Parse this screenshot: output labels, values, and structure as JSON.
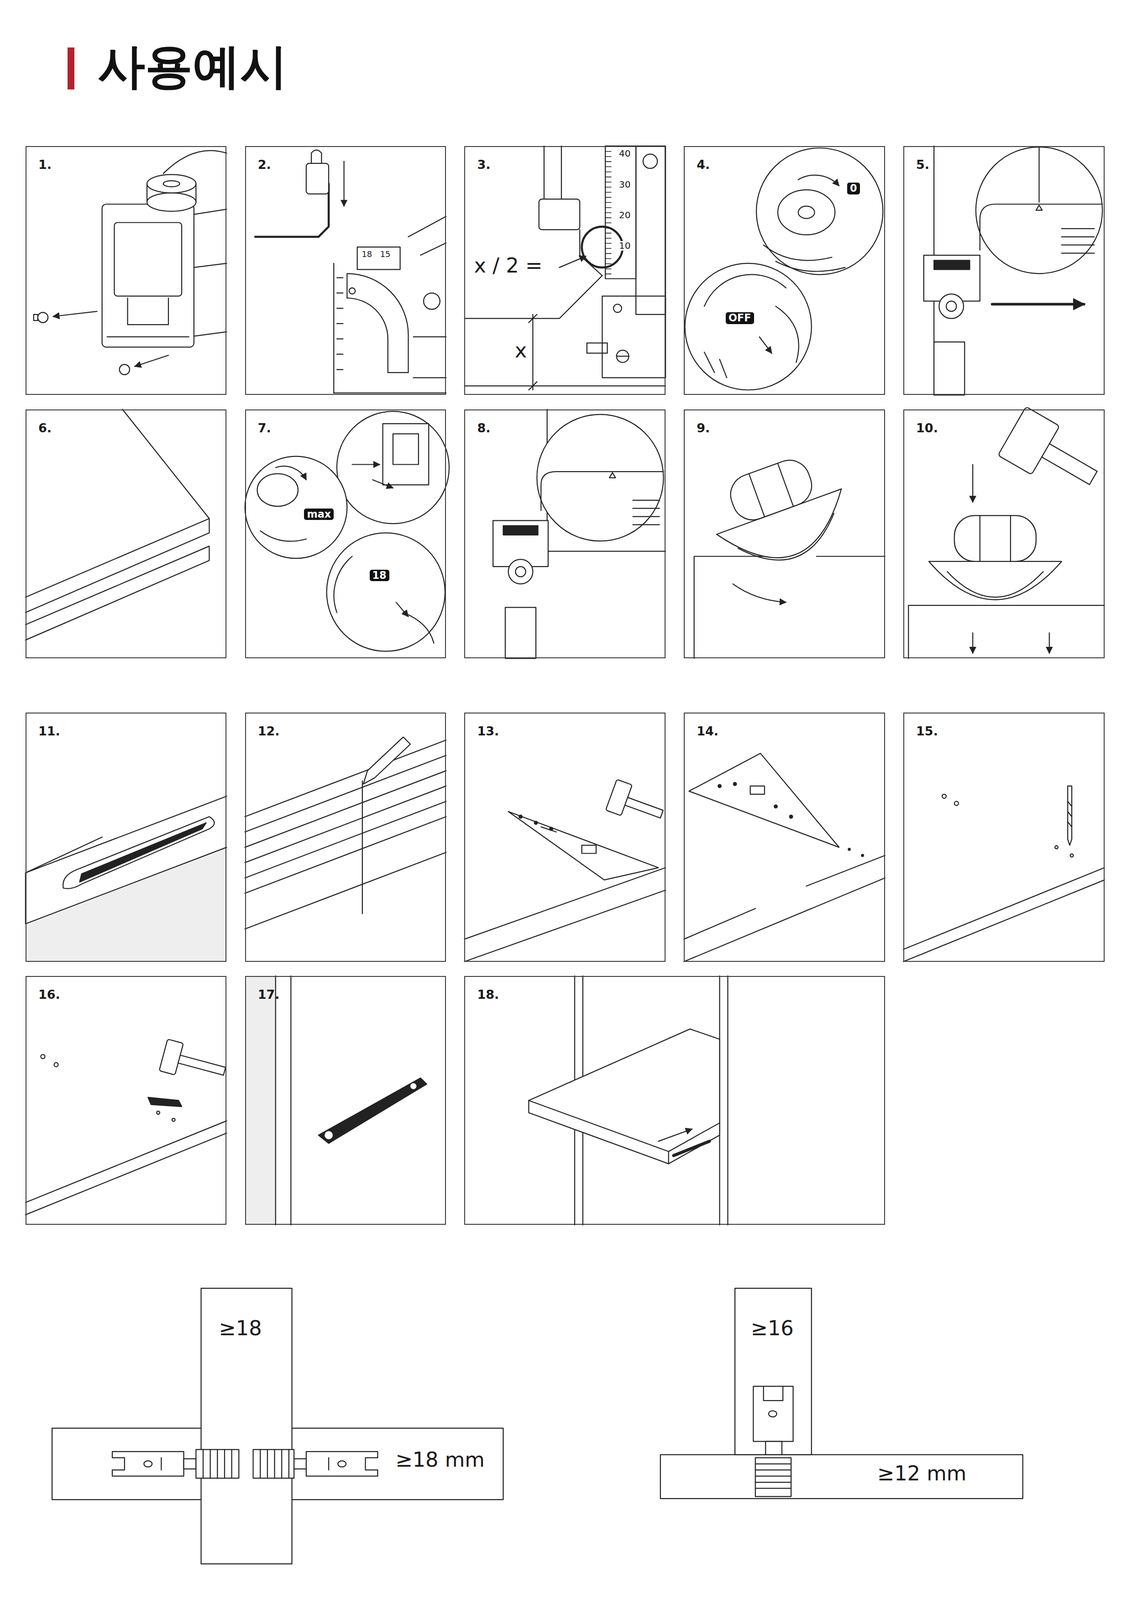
{
  "diagram": {
    "title": "사용예시",
    "nodes": [
      {
        "text": [
          "1."
        ]
      },
      {
        "text": [
          "2."
        ]
      },
      {
        "text": [
          "3."
        ]
      },
      {
        "text": [
          "4."
        ]
      },
      {
        "text": [
          "5."
        ]
      },
      {
        "text": [
          "6."
        ]
      },
      {
        "text": [
          "7."
        ]
      },
      {
        "text": [
          "8."
        ]
      },
      {
        "text": [
          "9."
        ]
      },
      {
        "text": [
          "10."
        ]
      },
      {
        "text": [
          "11."
        ]
      },
      {
        "text": [
          "12."
        ]
      },
      {
        "text": [
          "13."
        ]
      },
      {
        "text": [
          "14."
        ]
      },
      {
        "text": [
          "15."
        ]
      },
      {
        "text": [
          "16."
        ]
      },
      {
        "text": [
          "17."
        ]
      },
      {
        "text": [
          "18."
        ]
      }
    ],
    "labels": [
      "18",
      "15",
      "40",
      "30",
      "20",
      "10",
      "x / 2 =",
      "x",
      "0",
      "OFF",
      "max",
      "18",
      "≥18",
      "≥18 mm",
      "≥16",
      "≥12 mm"
    ]
  }
}
